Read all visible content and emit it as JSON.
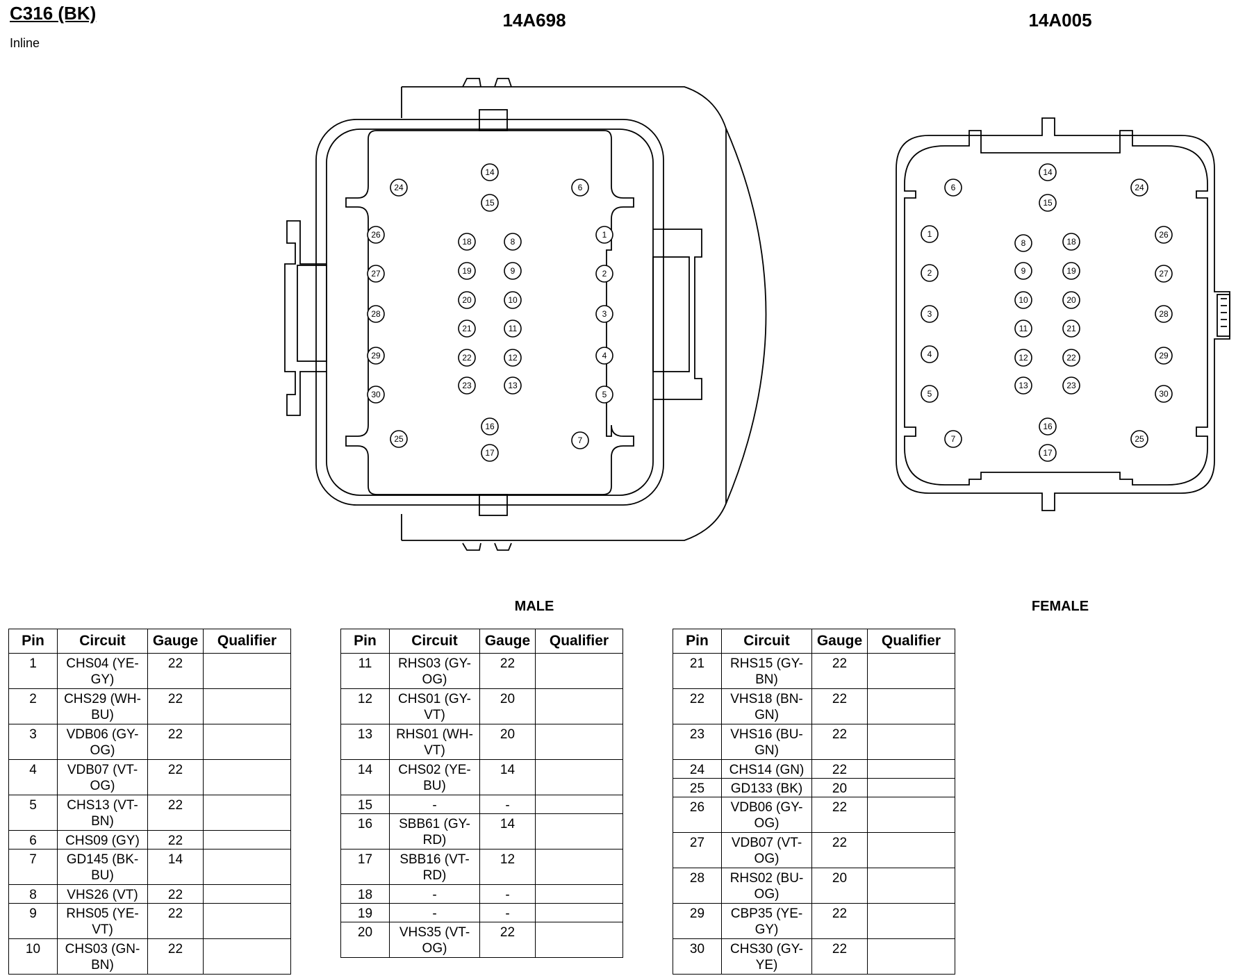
{
  "header": {
    "title": "C316 (BK)",
    "subtitle": "Inline"
  },
  "connectors": {
    "left": {
      "part": "14A698",
      "gender": "MALE",
      "pins": [
        "1",
        "2",
        "3",
        "4",
        "5",
        "6",
        "7",
        "8",
        "9",
        "10",
        "11",
        "12",
        "13",
        "14",
        "15",
        "16",
        "17",
        "18",
        "19",
        "20",
        "21",
        "22",
        "23",
        "24",
        "25",
        "26",
        "27",
        "28",
        "29",
        "30"
      ]
    },
    "right": {
      "part": "14A005",
      "gender": "FEMALE",
      "pins": [
        "1",
        "2",
        "3",
        "4",
        "5",
        "6",
        "7",
        "8",
        "9",
        "10",
        "11",
        "12",
        "13",
        "14",
        "15",
        "16",
        "17",
        "18",
        "19",
        "20",
        "21",
        "22",
        "23",
        "24",
        "25",
        "26",
        "27",
        "28",
        "29",
        "30"
      ]
    }
  },
  "table_headers": [
    "Pin",
    "Circuit",
    "Gauge",
    "Qualifier"
  ],
  "tables": [
    [
      {
        "pin": "1",
        "circuit": "CHS04 (YE-GY)",
        "gauge": "22",
        "qualifier": ""
      },
      {
        "pin": "2",
        "circuit": "CHS29 (WH-BU)",
        "gauge": "22",
        "qualifier": ""
      },
      {
        "pin": "3",
        "circuit": "VDB06 (GY-OG)",
        "gauge": "22",
        "qualifier": ""
      },
      {
        "pin": "4",
        "circuit": "VDB07 (VT-OG)",
        "gauge": "22",
        "qualifier": ""
      },
      {
        "pin": "5",
        "circuit": "CHS13 (VT-BN)",
        "gauge": "22",
        "qualifier": ""
      },
      {
        "pin": "6",
        "circuit": "CHS09 (GY)",
        "gauge": "22",
        "qualifier": ""
      },
      {
        "pin": "7",
        "circuit": "GD145 (BK-BU)",
        "gauge": "14",
        "qualifier": ""
      },
      {
        "pin": "8",
        "circuit": "VHS26 (VT)",
        "gauge": "22",
        "qualifier": ""
      },
      {
        "pin": "9",
        "circuit": "RHS05 (YE-VT)",
        "gauge": "22",
        "qualifier": ""
      },
      {
        "pin": "10",
        "circuit": "CHS03 (GN-BN)",
        "gauge": "22",
        "qualifier": ""
      }
    ],
    [
      {
        "pin": "11",
        "circuit": "RHS03 (GY-OG)",
        "gauge": "22",
        "qualifier": ""
      },
      {
        "pin": "12",
        "circuit": "CHS01 (GY-VT)",
        "gauge": "20",
        "qualifier": ""
      },
      {
        "pin": "13",
        "circuit": "RHS01 (WH-VT)",
        "gauge": "20",
        "qualifier": ""
      },
      {
        "pin": "14",
        "circuit": "CHS02 (YE-BU)",
        "gauge": "14",
        "qualifier": ""
      },
      {
        "pin": "15",
        "circuit": "-",
        "gauge": "-",
        "qualifier": ""
      },
      {
        "pin": "16",
        "circuit": "SBB61 (GY-RD)",
        "gauge": "14",
        "qualifier": ""
      },
      {
        "pin": "17",
        "circuit": "SBB16 (VT-RD)",
        "gauge": "12",
        "qualifier": ""
      },
      {
        "pin": "18",
        "circuit": "-",
        "gauge": "-",
        "qualifier": ""
      },
      {
        "pin": "19",
        "circuit": "-",
        "gauge": "-",
        "qualifier": ""
      },
      {
        "pin": "20",
        "circuit": "VHS35 (VT-OG)",
        "gauge": "22",
        "qualifier": ""
      }
    ],
    [
      {
        "pin": "21",
        "circuit": "RHS15 (GY-BN)",
        "gauge": "22",
        "qualifier": ""
      },
      {
        "pin": "22",
        "circuit": "VHS18 (BN-GN)",
        "gauge": "22",
        "qualifier": ""
      },
      {
        "pin": "23",
        "circuit": "VHS16 (BU-GN)",
        "gauge": "22",
        "qualifier": ""
      },
      {
        "pin": "24",
        "circuit": "CHS14 (GN)",
        "gauge": "22",
        "qualifier": ""
      },
      {
        "pin": "25",
        "circuit": "GD133 (BK)",
        "gauge": "20",
        "qualifier": ""
      },
      {
        "pin": "26",
        "circuit": "VDB06 (GY-OG)",
        "gauge": "22",
        "qualifier": ""
      },
      {
        "pin": "27",
        "circuit": "VDB07 (VT-OG)",
        "gauge": "22",
        "qualifier": ""
      },
      {
        "pin": "28",
        "circuit": "RHS02 (BU-OG)",
        "gauge": "20",
        "qualifier": ""
      },
      {
        "pin": "29",
        "circuit": "CBP35 (YE-GY)",
        "gauge": "22",
        "qualifier": ""
      },
      {
        "pin": "30",
        "circuit": "CHS30 (GY-YE)",
        "gauge": "22",
        "qualifier": ""
      }
    ]
  ]
}
